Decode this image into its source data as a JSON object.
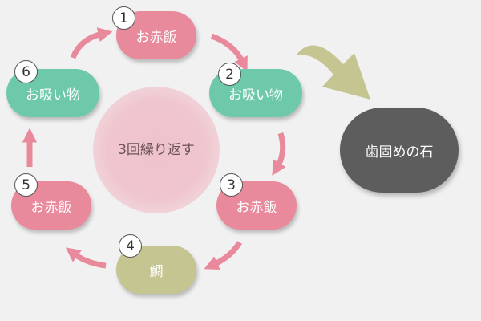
{
  "center_label": "3回繰り返す",
  "steps": [
    {
      "number": "1",
      "label": "お赤飯"
    },
    {
      "number": "2",
      "label": "お吸い物"
    },
    {
      "number": "3",
      "label": "お赤飯"
    },
    {
      "number": "4",
      "label": "鯛"
    },
    {
      "number": "5",
      "label": "お赤飯"
    },
    {
      "number": "6",
      "label": "お吸い物"
    }
  ],
  "result_label": "歯固めの石",
  "colors": {
    "background": "#f1f1f1",
    "pink": "#e98a9c",
    "green": "#6ec9aa",
    "olive": "#c5c592",
    "dark": "#5d5d5d",
    "arrow_pink": "#e98a9c",
    "arrow_olive": "#c5c592"
  }
}
